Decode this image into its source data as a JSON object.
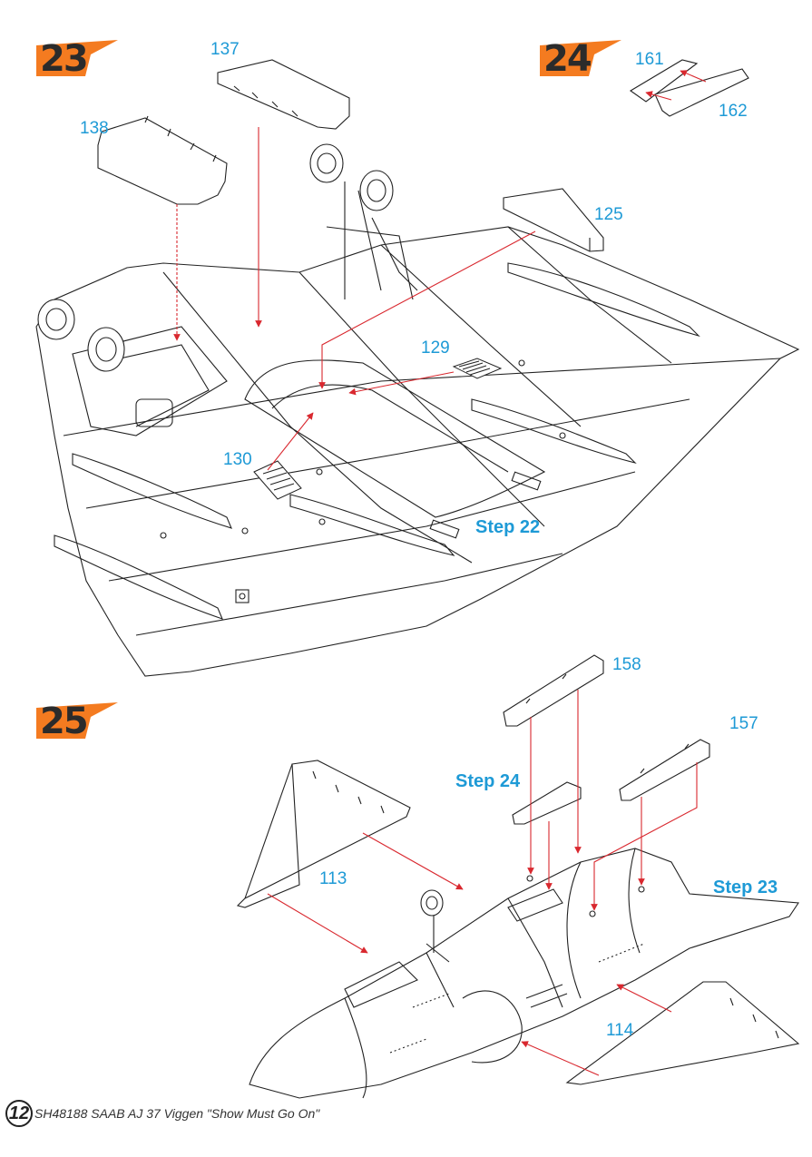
{
  "steps": [
    {
      "number": "23",
      "color": "#f47b20"
    },
    {
      "number": "24",
      "color": "#f47b20"
    },
    {
      "number": "25",
      "color": "#f47b20"
    }
  ],
  "part_numbers": {
    "p137": "137",
    "p138": "138",
    "p125": "125",
    "p129": "129",
    "p130": "130",
    "p161": "161",
    "p162": "162",
    "p158": "158",
    "p157": "157",
    "p113": "113",
    "p114": "114"
  },
  "step_refs": {
    "step22": "Step 22",
    "step24": "Step 24",
    "step23": "Step 23"
  },
  "footer": {
    "page_number": "12",
    "text": "SH48188 SAAB AJ 37 Viggen \"Show Must Go On\""
  },
  "colors": {
    "label": "#1e9ad6",
    "arrow": "#d9282f",
    "badge": "#f47b20",
    "line": "#222222"
  }
}
